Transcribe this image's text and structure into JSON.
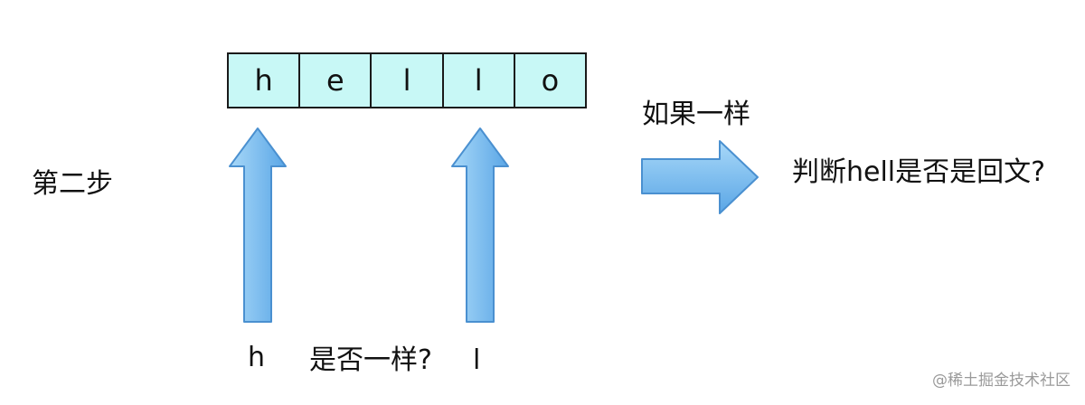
{
  "step_label": "第二步",
  "cells": [
    "h",
    "e",
    "l",
    "l",
    "o"
  ],
  "left_char": "h",
  "right_char": "l",
  "question": "是否一样?",
  "if_same": "如果一样",
  "judge": "判断hell是否是回文?",
  "watermark": "@稀土掘金技术社区",
  "colors": {
    "cell_fill": "#c8f8f6",
    "arrow_fill_light": "#a8d8f8",
    "arrow_fill_dark": "#5aa6e6",
    "arrow_stroke": "#4a90d0"
  }
}
